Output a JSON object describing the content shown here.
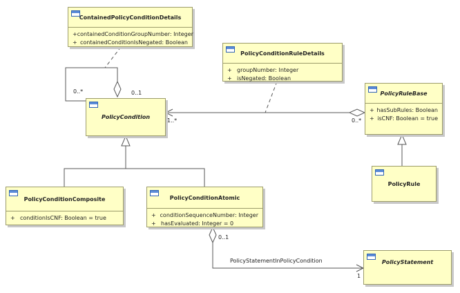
{
  "classes": {
    "contained_details": {
      "name": "ContainedPolicyConditionDetails",
      "attributes": [
        {
          "vis": "+",
          "text": "containedConditionGroupNumber: Integer"
        },
        {
          "vis": "+",
          "text": "containedConditionIsNegated: Boolean"
        }
      ]
    },
    "rule_details": {
      "name": "PolicyConditionRuleDetails",
      "attributes": [
        {
          "vis": "+",
          "text": "groupNumber: Integer"
        },
        {
          "vis": "+",
          "text": "isNegated: Boolean"
        }
      ]
    },
    "policy_condition": {
      "name": "PolicyCondition"
    },
    "policy_rule_base": {
      "name": "PolicyRuleBase",
      "attributes": [
        {
          "vis": "+",
          "text": "hasSubRules: Boolean"
        },
        {
          "vis": "+",
          "text": "isCNF: Boolean = true"
        }
      ]
    },
    "policy_rule": {
      "name": "PolicyRule"
    },
    "composite": {
      "name": "PolicyConditionComposite",
      "attributes": [
        {
          "vis": "+",
          "text": "conditionIsCNF: Boolean = true"
        }
      ]
    },
    "atomic": {
      "name": "PolicyConditionAtomic",
      "attributes": [
        {
          "vis": "+",
          "text": "conditionSequenceNumber: Integer"
        },
        {
          "vis": "+",
          "text": "hasEvaluated: Integer = 0"
        }
      ]
    },
    "policy_statement": {
      "name": "PolicyStatement"
    }
  },
  "labels": {
    "self_mult_a": "0..*",
    "self_mult_b": "0..1",
    "rule_mult_condition": "1..*",
    "rule_mult_rulebase": "0..*",
    "stmt_mult_atomic": "0..1",
    "stmt_mult_statement": "1",
    "stmt_assoc_name": "PolicyStatementInPolicyCondition"
  },
  "colors": {
    "class_fill": "#ffffc6",
    "class_border": "#9b9b6a",
    "line": "#555555"
  }
}
